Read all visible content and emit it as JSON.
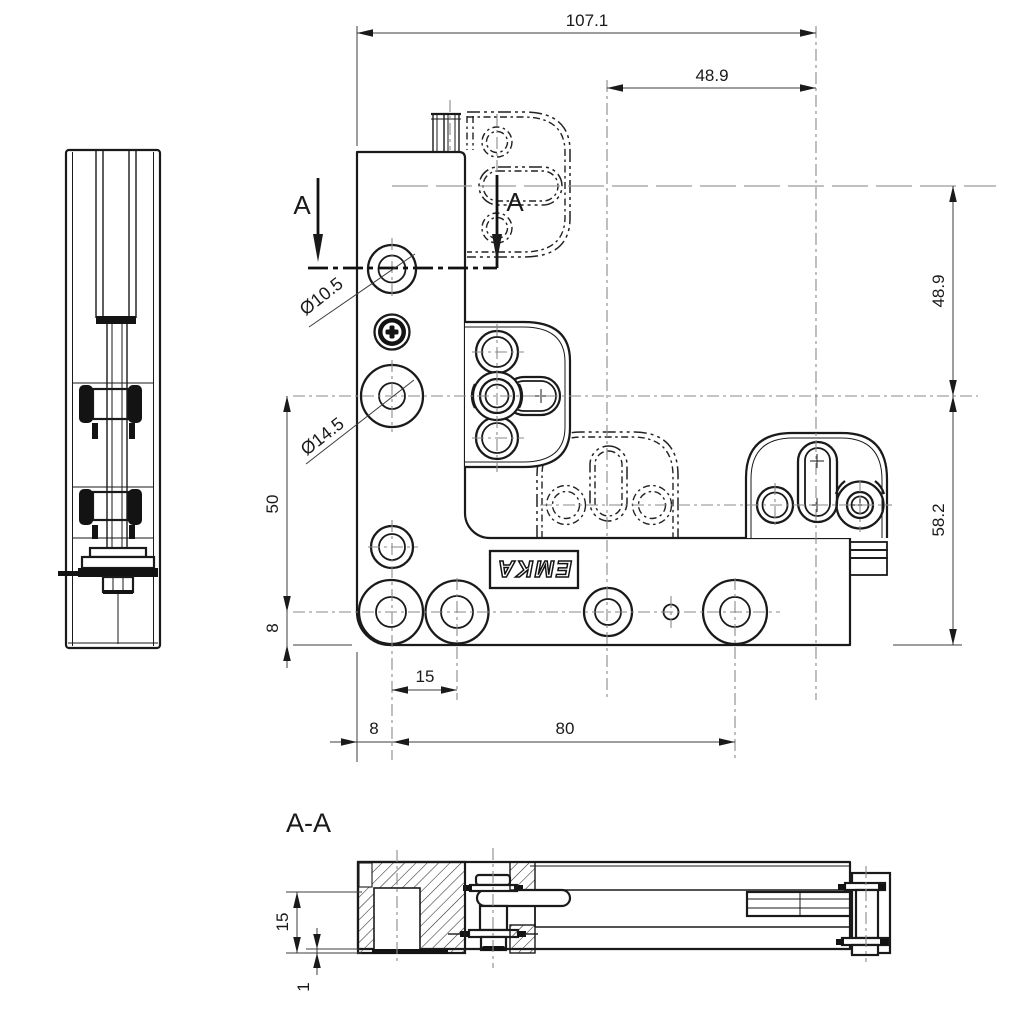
{
  "drawing": {
    "bg_color": "#ffffff",
    "line_color": "#1a1a1a",
    "centerline_color": "#8a8a8a",
    "phantom_color": "#222222"
  },
  "labels": {
    "section_arrow_left": "A",
    "section_arrow_right": "A",
    "section_title": "A-A",
    "brand_logo": "EMKA"
  },
  "dimensions": {
    "total_width": "107.1",
    "pivot_offset_top": "48.9",
    "pivot_offset_right": "48.9",
    "body_height_right": "58.2",
    "hole_pitch_left": "50",
    "bottom_edge_offset_left": "8",
    "hole_pitch_bottom": "15",
    "first_hole_offset_bottom": "8",
    "hole_span_bottom": "80",
    "counterbore_diameter": "Ø10.5",
    "pivot_bore_diameter": "Ø14.5",
    "section_thickness": "15",
    "section_step": "1"
  }
}
